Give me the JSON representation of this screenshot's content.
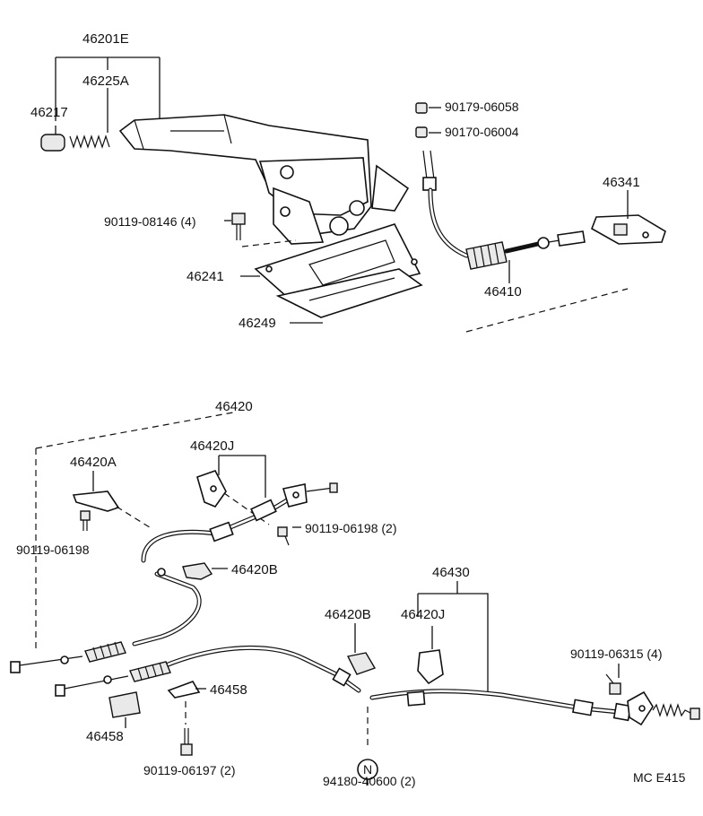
{
  "diagram": {
    "labels": {
      "l46201E": "46201E",
      "l46225A": "46225A",
      "l46217": "46217",
      "l90179": "90179-06058",
      "l90170": "90170-06004",
      "l90119_08146": "90119-08146 (4)",
      "l46341": "46341",
      "l46241": "46241",
      "l46410": "46410",
      "l46249": "46249",
      "l46420": "46420",
      "l46420J_top": "46420J",
      "l46420A": "46420A",
      "l90119_06198_2": "90119-06198 (2)",
      "l90119_06198": "90119-06198",
      "l46420B_top": "46420B",
      "l46430": "46430",
      "l46420B_mid": "46420B",
      "l46420J_mid": "46420J",
      "l90119_06315": "90119-06315 (4)",
      "l46458_right": "46458",
      "l46458_left": "46458",
      "l90119_06197": "90119-06197 (2)",
      "l94180": "94180-40600 (2)",
      "lN": "N",
      "lMC": "MC E415"
    }
  }
}
